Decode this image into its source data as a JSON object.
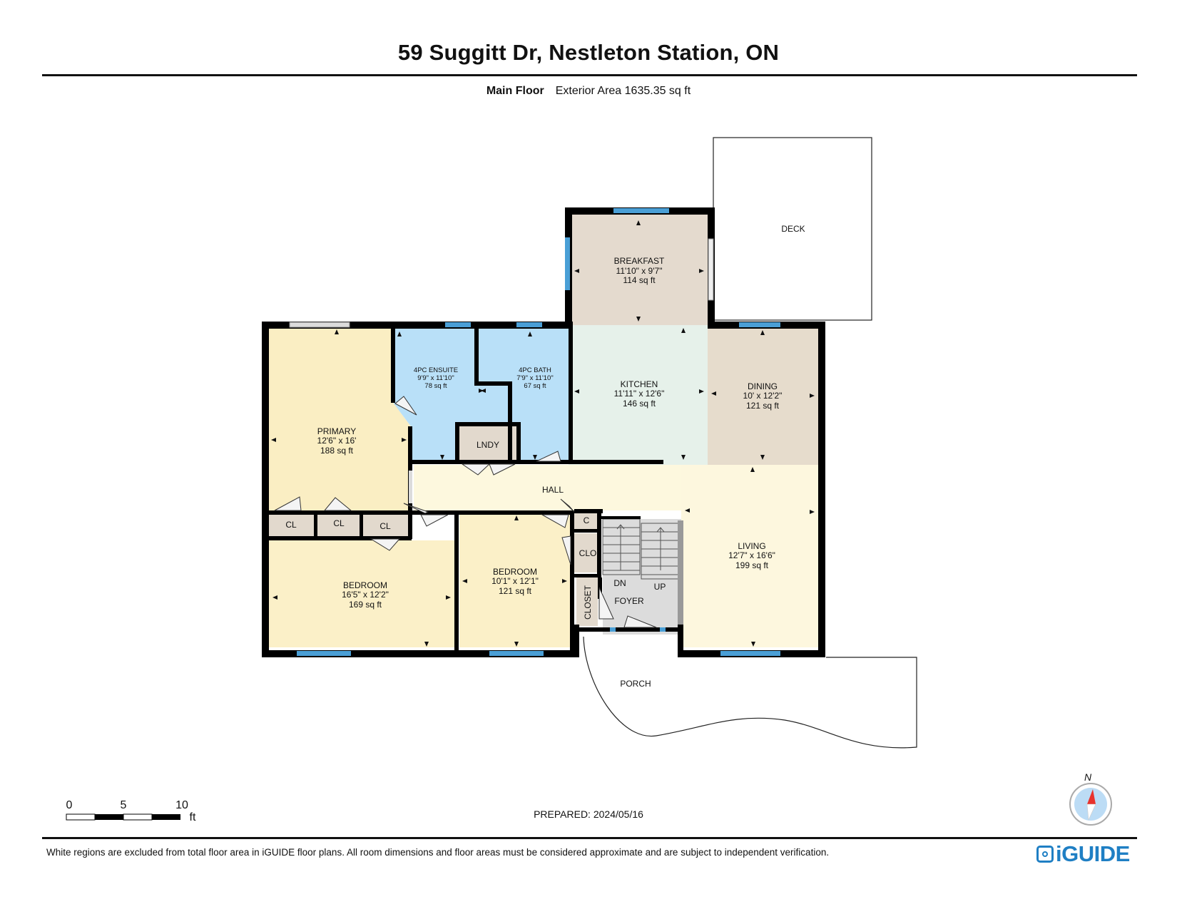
{
  "header": {
    "title": "59 Suggitt Dr, Nestleton Station, ON",
    "floor_label": "Main Floor",
    "area_label": "Exterior Area 1635.35 sq ft"
  },
  "rooms": {
    "breakfast": {
      "name": "BREAKFAST",
      "dims": "11'10\" x 9'7\"",
      "area": "114 sq ft"
    },
    "deck": {
      "name": "DECK"
    },
    "ensuite": {
      "name": "4PC ENSUITE",
      "dims": "9'9\" x 11'10\"",
      "area": "78 sq ft"
    },
    "bath": {
      "name": "4PC BATH",
      "dims": "7'9\" x 11'10\"",
      "area": "67 sq ft"
    },
    "kitchen": {
      "name": "KITCHEN",
      "dims": "11'11\" x 12'6\"",
      "area": "146 sq ft"
    },
    "dining": {
      "name": "DINING",
      "dims": "10' x 12'2\"",
      "area": "121 sq ft"
    },
    "primary": {
      "name": "PRIMARY",
      "dims": "12'6\" x 16'",
      "area": "188 sq ft"
    },
    "lndy": {
      "name": "LNDY"
    },
    "hall": {
      "name": "HALL"
    },
    "cl1": {
      "name": "CL"
    },
    "cl2": {
      "name": "CL"
    },
    "cl3": {
      "name": "CL"
    },
    "c": {
      "name": "C"
    },
    "clo": {
      "name": "CLO"
    },
    "closet": {
      "name": "CLOSET"
    },
    "bedroom1": {
      "name": "BEDROOM",
      "dims": "16'5\" x 12'2\"",
      "area": "169 sq ft"
    },
    "bedroom2": {
      "name": "BEDROOM",
      "dims": "10'1\" x 12'1\"",
      "area": "121 sq ft"
    },
    "living": {
      "name": "LIVING",
      "dims": "12'7\" x 16'6\"",
      "area": "199 sq ft"
    },
    "foyer": {
      "name": "FOYER"
    },
    "stairs_dn": "DN",
    "stairs_up": "UP",
    "porch": {
      "name": "PORCH"
    }
  },
  "scale": {
    "ticks": [
      "0",
      "5",
      "10"
    ],
    "unit": "ft"
  },
  "compass": {
    "label": "N"
  },
  "footer": {
    "prepared": "PREPARED: 2024/05/16",
    "disclaimer": "White regions are excluded from total floor area in iGUIDE floor plans. All room dimensions and floor areas must be considered approximate and are subject to independent verification.",
    "logo": "iGUIDE"
  },
  "colors": {
    "wall": "#000000",
    "window": "#4a9fd6",
    "primary_fill": "#faeec3",
    "bedroom_fill": "#fbf0c8",
    "bath_fill": "#b9e0f8",
    "breakfast_fill": "#e4dace",
    "kitchen_fill": "#e6f1ea",
    "dining_fill": "#e6dccc",
    "hall_fill": "#fdf8de",
    "living_fill": "#fdf7de",
    "closet_fill": "#e2d9cd",
    "foyer_fill": "#dcdcdc",
    "logo": "#1f7fc4",
    "compass_needle": "#e8322c",
    "compass_ring": "#bcdcf5"
  }
}
